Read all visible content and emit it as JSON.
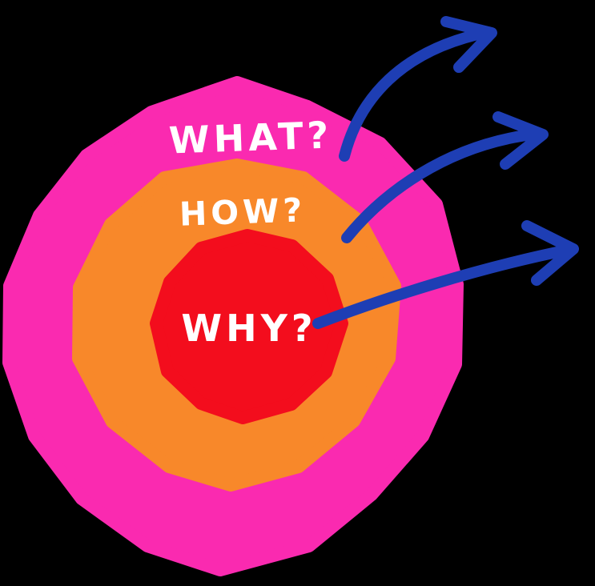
{
  "diagram": {
    "background": "#000000",
    "label_color": "#ffffff",
    "arrow_color": "#1e3eb4",
    "rings": [
      {
        "label": "WHAT?",
        "color": "#fa2ab0"
      },
      {
        "label": "HOW?",
        "color": "#f8882a"
      },
      {
        "label": "WHY?",
        "color": "#f30d1d"
      }
    ]
  }
}
